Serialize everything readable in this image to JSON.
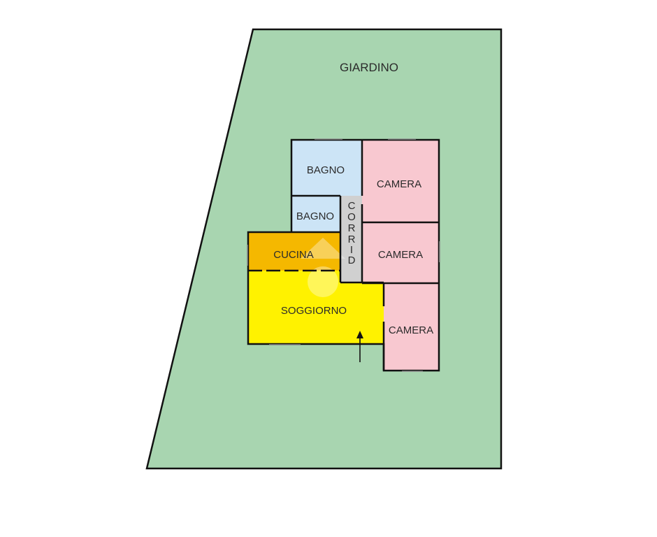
{
  "colors": {
    "garden": "#a8d5b0",
    "bathroom": "#cce4f6",
    "bedroom": "#f8c8d0",
    "kitchen": "#f5b800",
    "living": "#fff200",
    "corridor": "#d0d0d0",
    "wall": "#111111"
  },
  "labels": {
    "garden": "GIARDINO",
    "bathroom_1": "BAGNO",
    "bathroom_2": "BAGNO",
    "bedroom_1": "CAMERA",
    "bedroom_2": "CAMERA",
    "bedroom_3": "CAMERA",
    "kitchen": "CUCINA",
    "living": "SOGGIORNO",
    "corridor_letters": [
      "C",
      "O",
      "R",
      "R",
      "I",
      "D"
    ]
  },
  "icons": {
    "entrance": "entrance-arrow-icon"
  }
}
